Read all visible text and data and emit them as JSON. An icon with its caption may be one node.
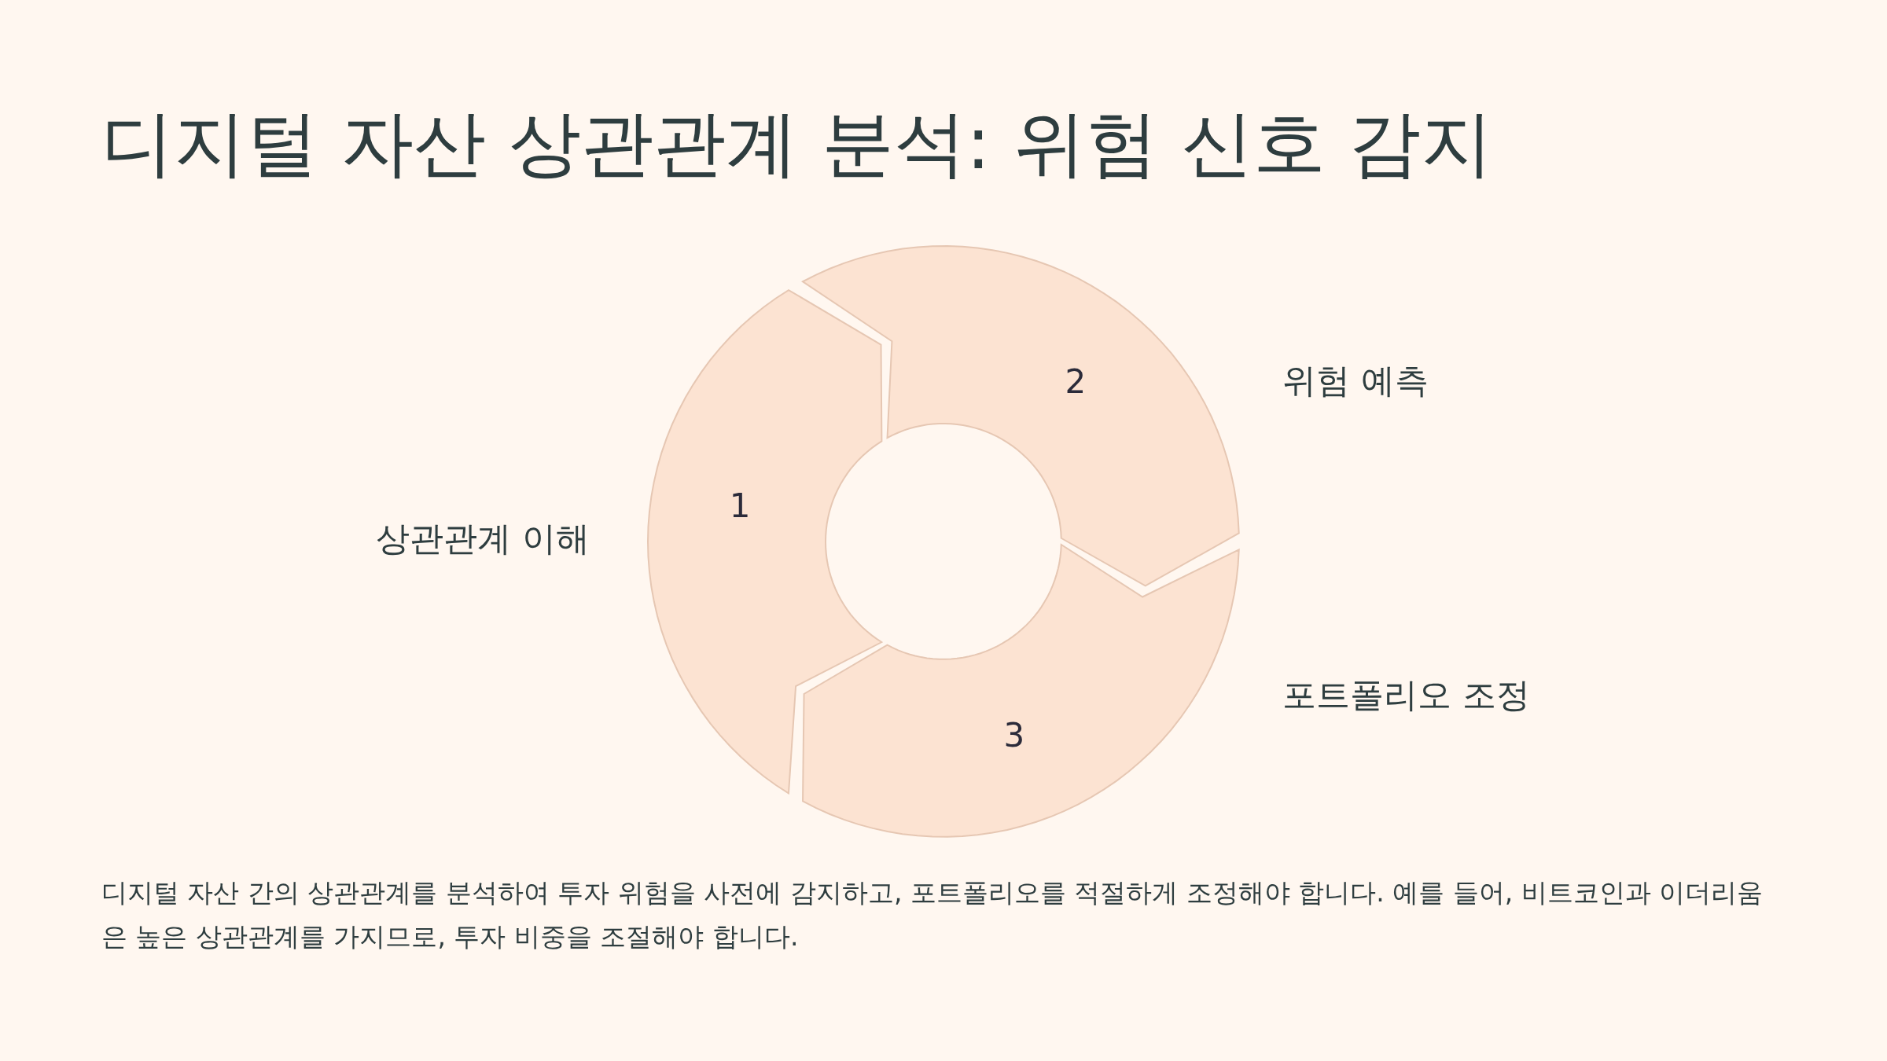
{
  "diagram": {
    "title": "디지털 자산 상관관계 분석: 위험 신호 감지",
    "nodes": [
      {
        "text": [
          "1"
        ],
        "beside": [
          "상관관계 이해"
        ]
      },
      {
        "text": [
          "2"
        ],
        "beside": [
          "위험 예측"
        ]
      },
      {
        "text": [
          "3"
        ],
        "beside": [
          "포트폴리오 조정"
        ]
      }
    ],
    "caption": "디지털 자산 간의 상관관계를 분석하여 투자 위험을 사전에 감지하고, 포트폴리오를 적절하게 조정해야 합니다. 예를 들어, 비트코인과 이더리움은 높은 상관관계를 가지므로, 투자 비중을 조절해야 합니다."
  }
}
